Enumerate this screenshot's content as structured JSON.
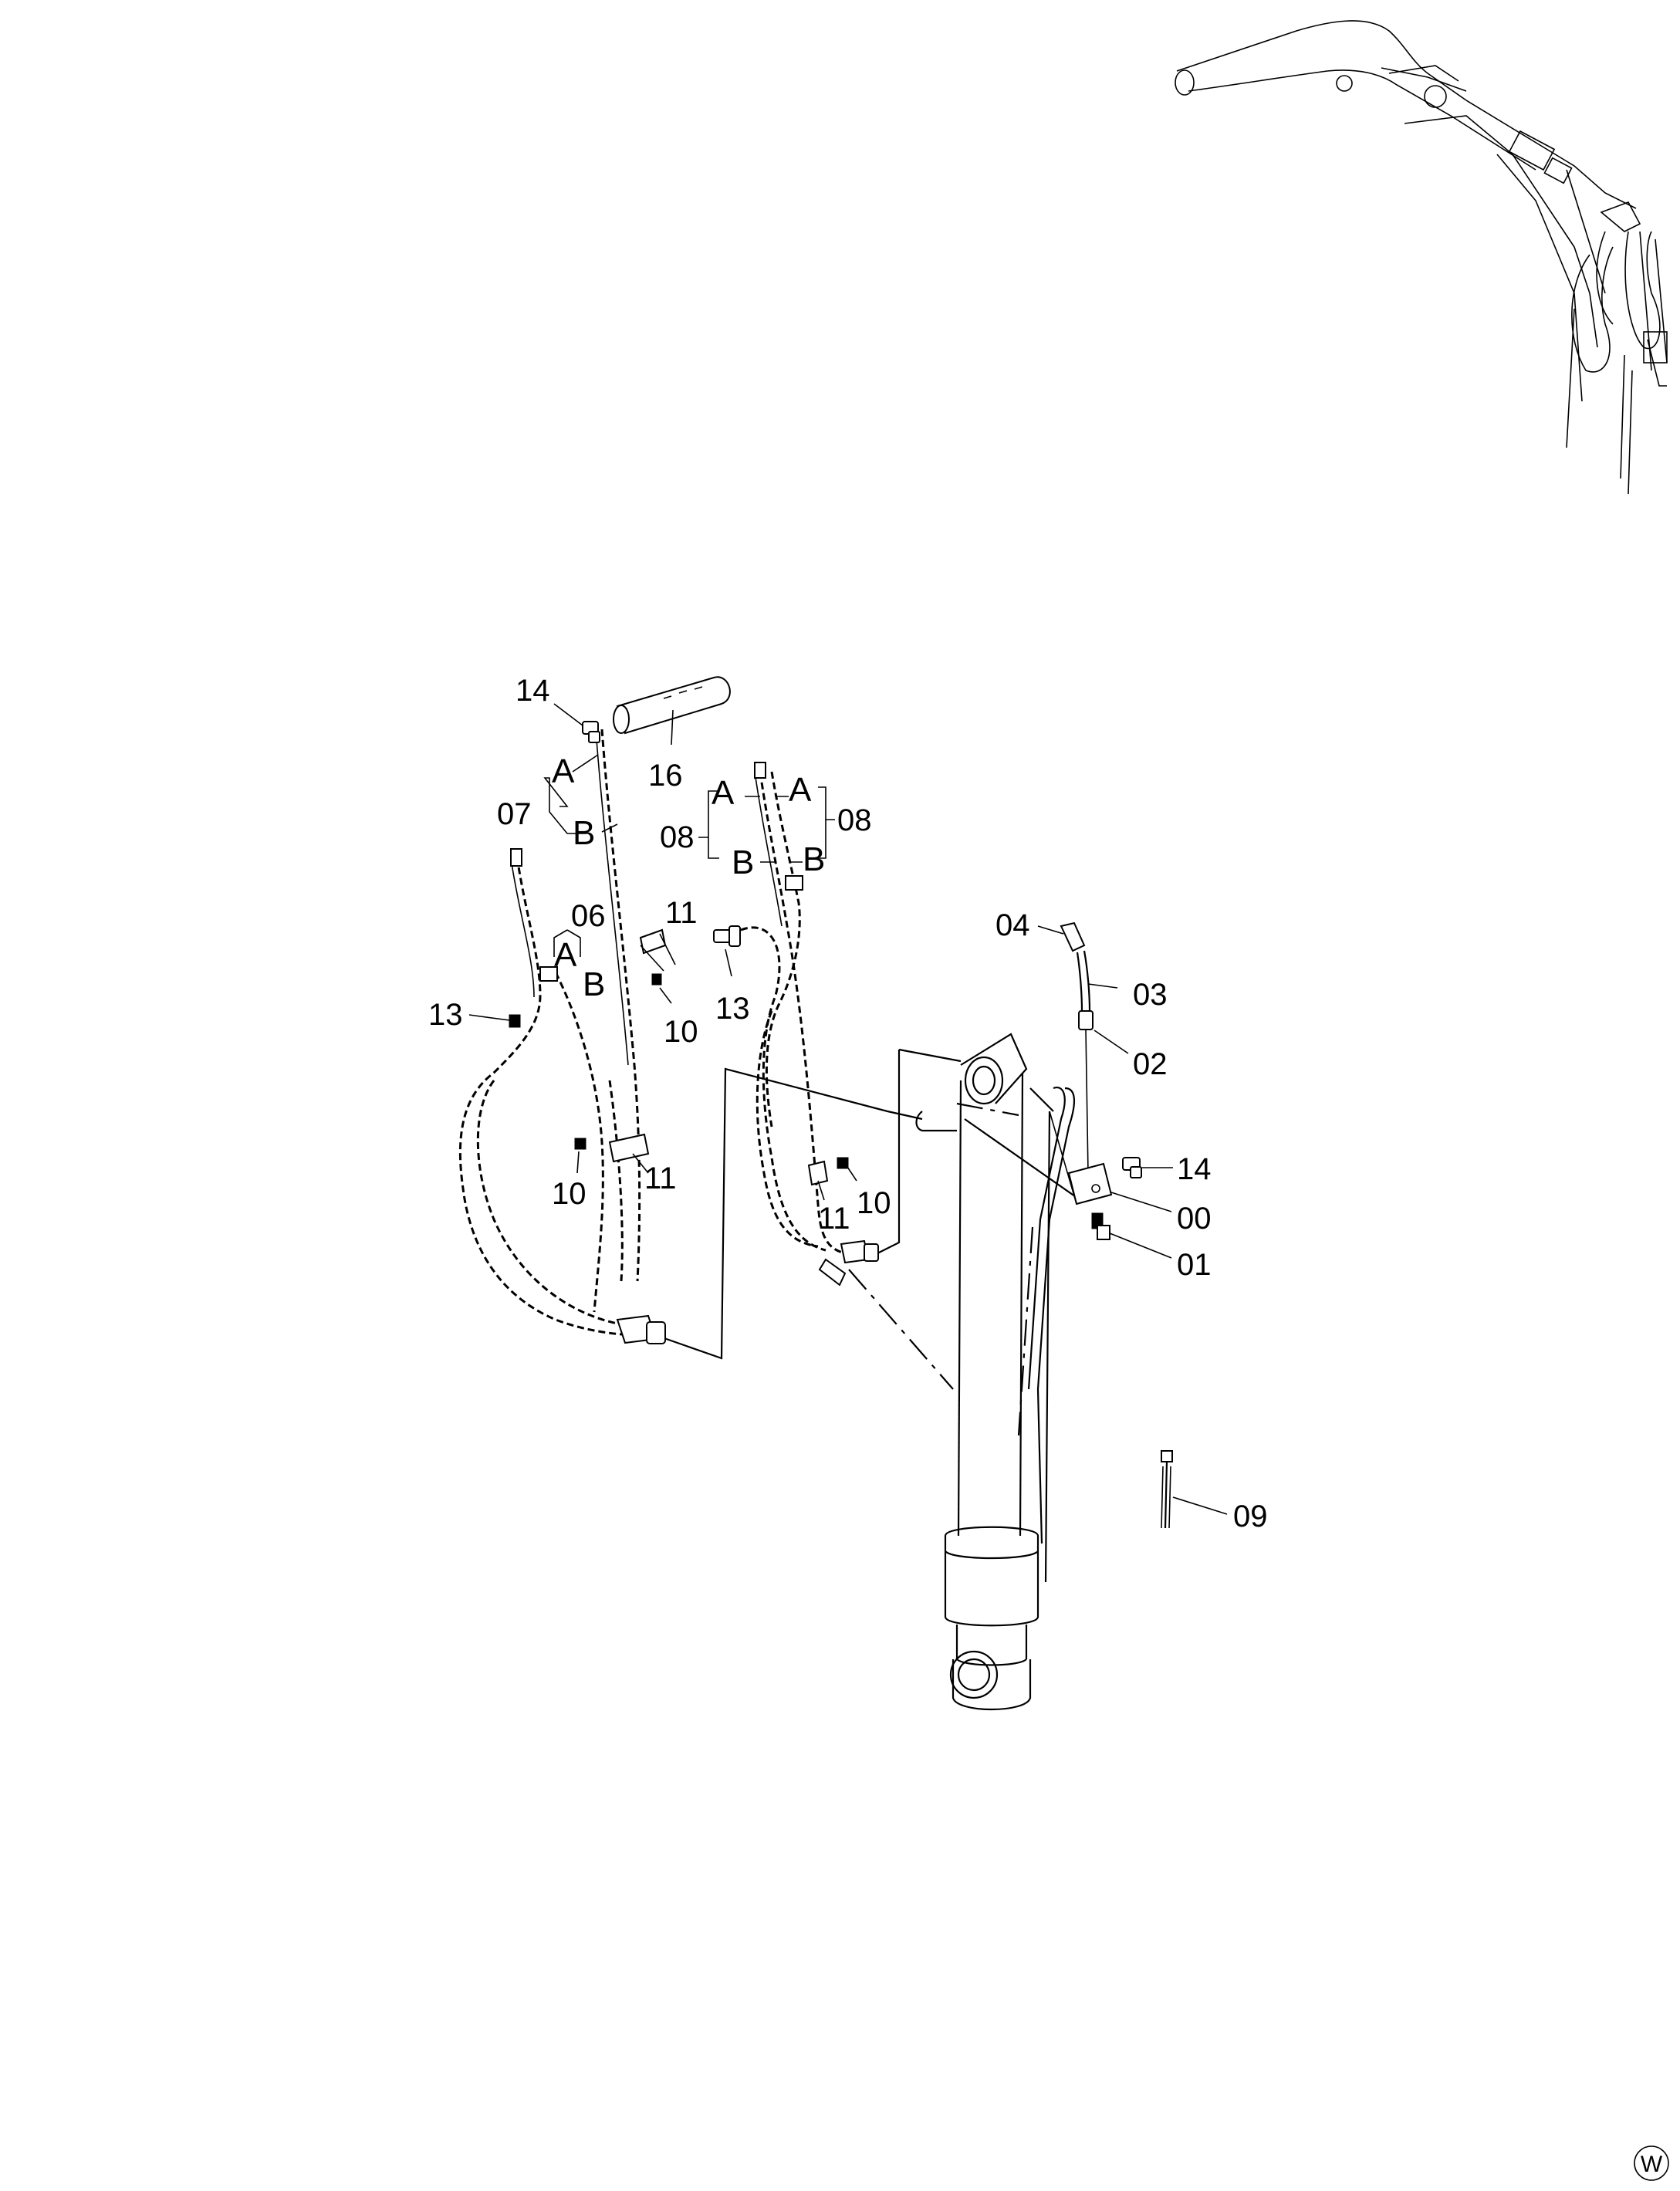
{
  "callouts": [
    {
      "id": "c14a",
      "text": "14",
      "big": false
    },
    {
      "id": "c16",
      "text": "16",
      "big": false
    },
    {
      "id": "c07",
      "text": "07",
      "big": false
    },
    {
      "id": "c07A",
      "text": "A",
      "big": true
    },
    {
      "id": "c07B",
      "text": "B",
      "big": true
    },
    {
      "id": "c08l",
      "text": "08",
      "big": false
    },
    {
      "id": "c08r",
      "text": "08",
      "big": false
    },
    {
      "id": "c08A1",
      "text": "A",
      "big": true
    },
    {
      "id": "c08A2",
      "text": "A",
      "big": true
    },
    {
      "id": "c08B1",
      "text": "B",
      "big": true
    },
    {
      "id": "c08B2",
      "text": "B",
      "big": true
    },
    {
      "id": "c06",
      "text": "06",
      "big": false
    },
    {
      "id": "c06A",
      "text": "A",
      "big": true
    },
    {
      "id": "c06B",
      "text": "B",
      "big": true
    },
    {
      "id": "c11a",
      "text": "11",
      "big": false
    },
    {
      "id": "c13a",
      "text": "13",
      "big": false
    },
    {
      "id": "c13b",
      "text": "13",
      "big": false
    },
    {
      "id": "c10a",
      "text": "10",
      "big": false
    },
    {
      "id": "c10b",
      "text": "10",
      "big": false
    },
    {
      "id": "c11b",
      "text": "11",
      "big": false
    },
    {
      "id": "c10c",
      "text": "10",
      "big": false
    },
    {
      "id": "c11c",
      "text": "11",
      "big": false
    },
    {
      "id": "c04",
      "text": "04",
      "big": false
    },
    {
      "id": "c03",
      "text": "03",
      "big": false
    },
    {
      "id": "c02",
      "text": "02",
      "big": false
    },
    {
      "id": "c14b",
      "text": "14",
      "big": false
    },
    {
      "id": "c00",
      "text": "00",
      "big": false
    },
    {
      "id": "c01",
      "text": "01",
      "big": false
    },
    {
      "id": "c09",
      "text": "09",
      "big": false
    }
  ],
  "watermark": "W"
}
